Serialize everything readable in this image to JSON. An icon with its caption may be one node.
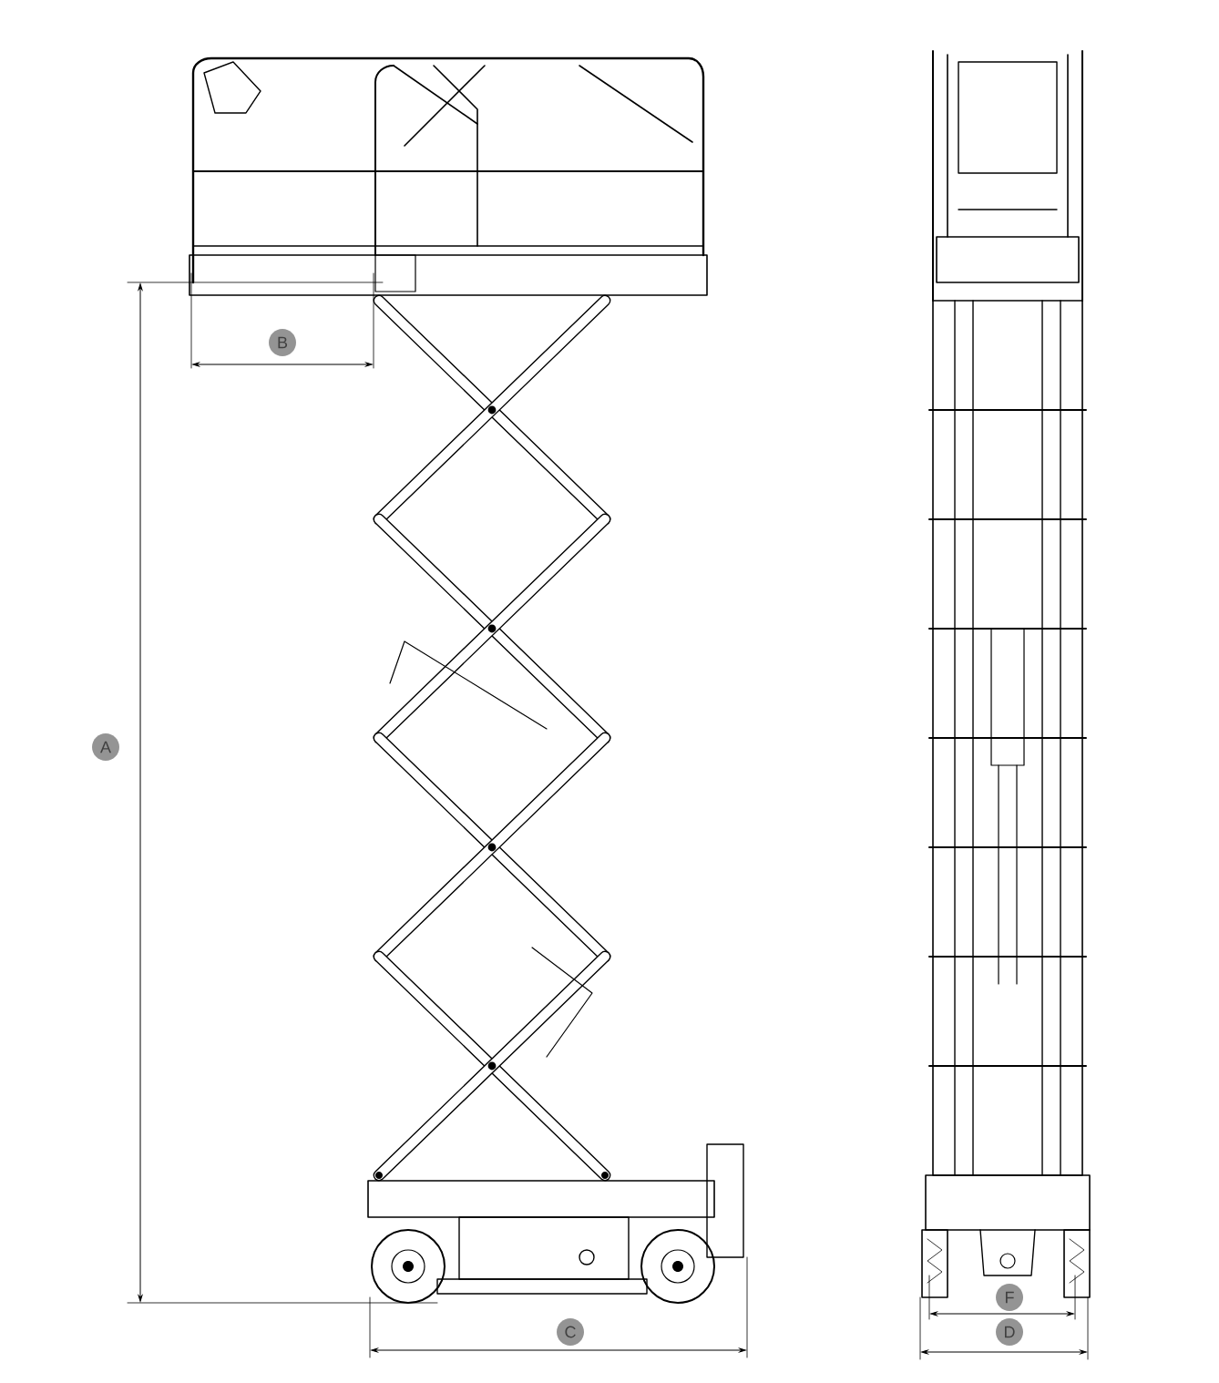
{
  "diagram": {
    "labels": [
      "B",
      "A",
      "F",
      "C",
      "D"
    ]
  }
}
